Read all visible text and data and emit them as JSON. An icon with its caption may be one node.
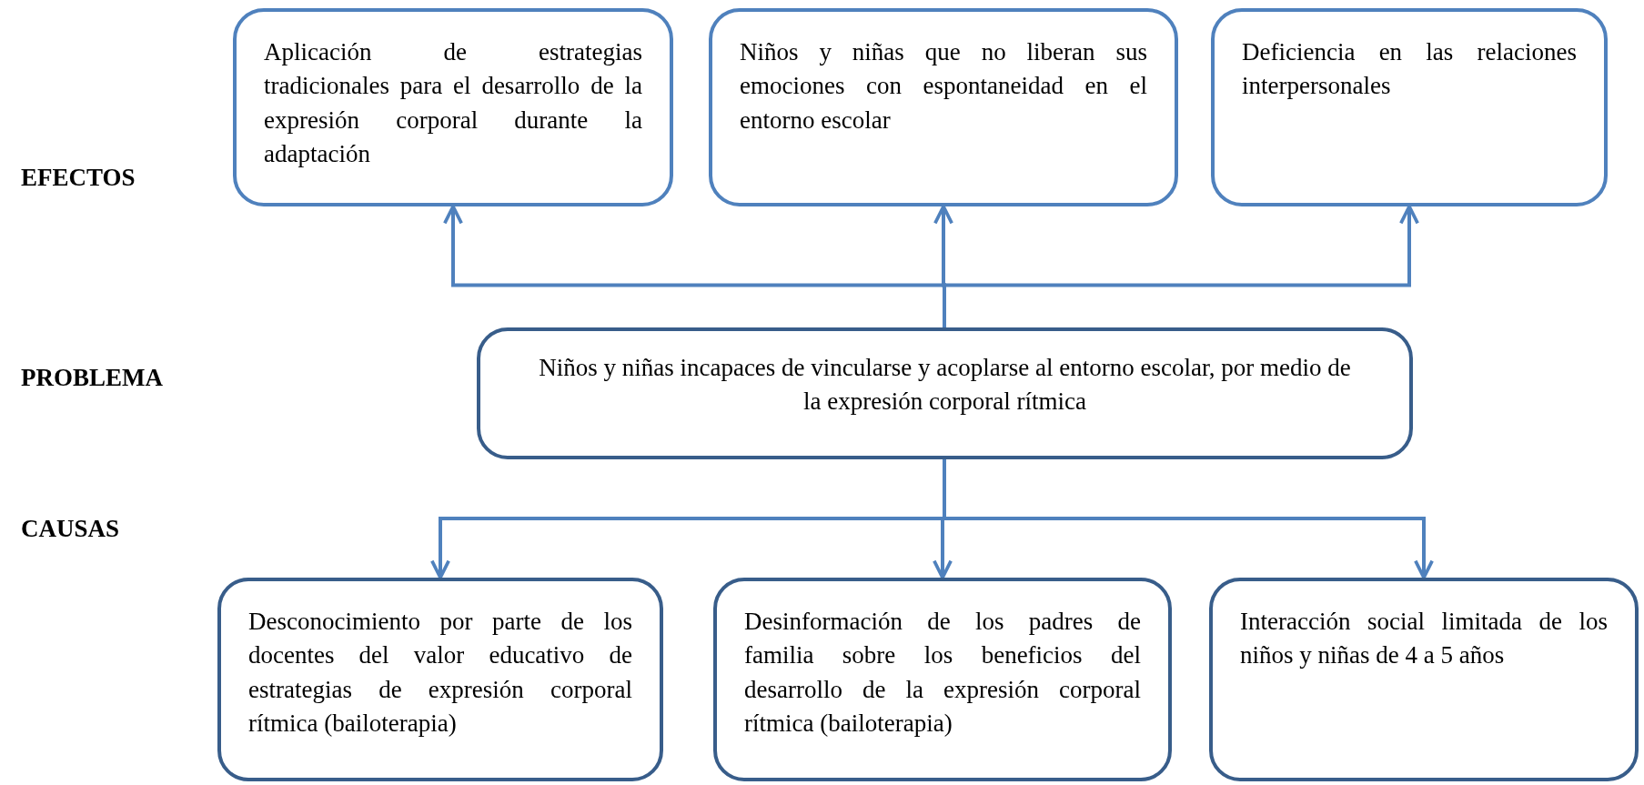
{
  "diagram": {
    "nodes": [
      {
        "text": [
          "Aplicación de estrategias tradicionales para el desarrollo de la expresión corporal durante la adaptación"
        ]
      },
      {
        "text": [
          "Niños y niñas que no liberan sus emociones con espontaneidad en el entorno escolar"
        ]
      },
      {
        "text": [
          "Deficiencia en las relaciones interpersonales"
        ]
      },
      {
        "text": [
          "Niños y niñas incapaces de vincularse y acoplarse al entorno escolar, por medio de la expresión corporal rítmica"
        ]
      },
      {
        "text": [
          "Desconocimiento por parte de los docentes del valor educativo de estrategias de expresión corporal rítmica (bailoterapia)"
        ]
      },
      {
        "text": [
          "Desinformación de los padres de familia sobre los beneficios del desarrollo de la expresión corporal rítmica (bailoterapia)"
        ]
      },
      {
        "text": [
          "Interacción social limitada de los niños y niñas de 4 a 5 años"
        ]
      }
    ],
    "edges": [
      {
        "from": 3,
        "to": 0,
        "arrow": "to"
      },
      {
        "from": 3,
        "to": 1,
        "arrow": "to"
      },
      {
        "from": 3,
        "to": 2,
        "arrow": "to"
      },
      {
        "from": 3,
        "to": 4,
        "arrow": "to"
      },
      {
        "from": 3,
        "to": 5,
        "arrow": "to"
      },
      {
        "from": 3,
        "to": 6,
        "arrow": "to"
      }
    ],
    "labels": [
      "EFECTOS",
      "PROBLEMA",
      "CAUSAS"
    ]
  }
}
